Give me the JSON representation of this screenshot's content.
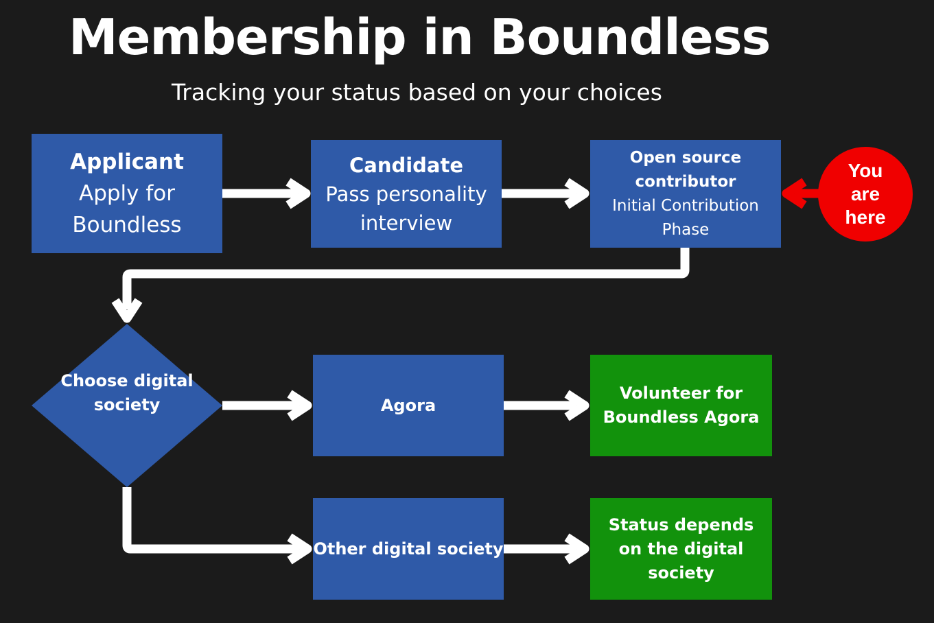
{
  "title": "Membership in Boundless",
  "subtitle": "Tracking your status based on your choices",
  "colors": {
    "background": "#1b1b1b",
    "step": "#2f5aa8",
    "outcome": "#12920c",
    "marker": "#f00000",
    "connector": "#ffffff"
  },
  "nodes": {
    "applicant": {
      "heading": "Applicant",
      "text": "Apply for Boundless"
    },
    "candidate": {
      "heading": "Candidate",
      "text": "Pass personality interview"
    },
    "open_source": {
      "heading": "Open source contributor",
      "text": "Initial Contribution Phase"
    },
    "choose": {
      "text": "Choose digital society"
    },
    "agora": {
      "text": "Agora"
    },
    "volunteer": {
      "text": "Volunteer for Boundless Agora"
    },
    "other": {
      "text": "Other digital society"
    },
    "status": {
      "text": "Status depends on the digital society"
    }
  },
  "marker": {
    "text": "You are here"
  }
}
